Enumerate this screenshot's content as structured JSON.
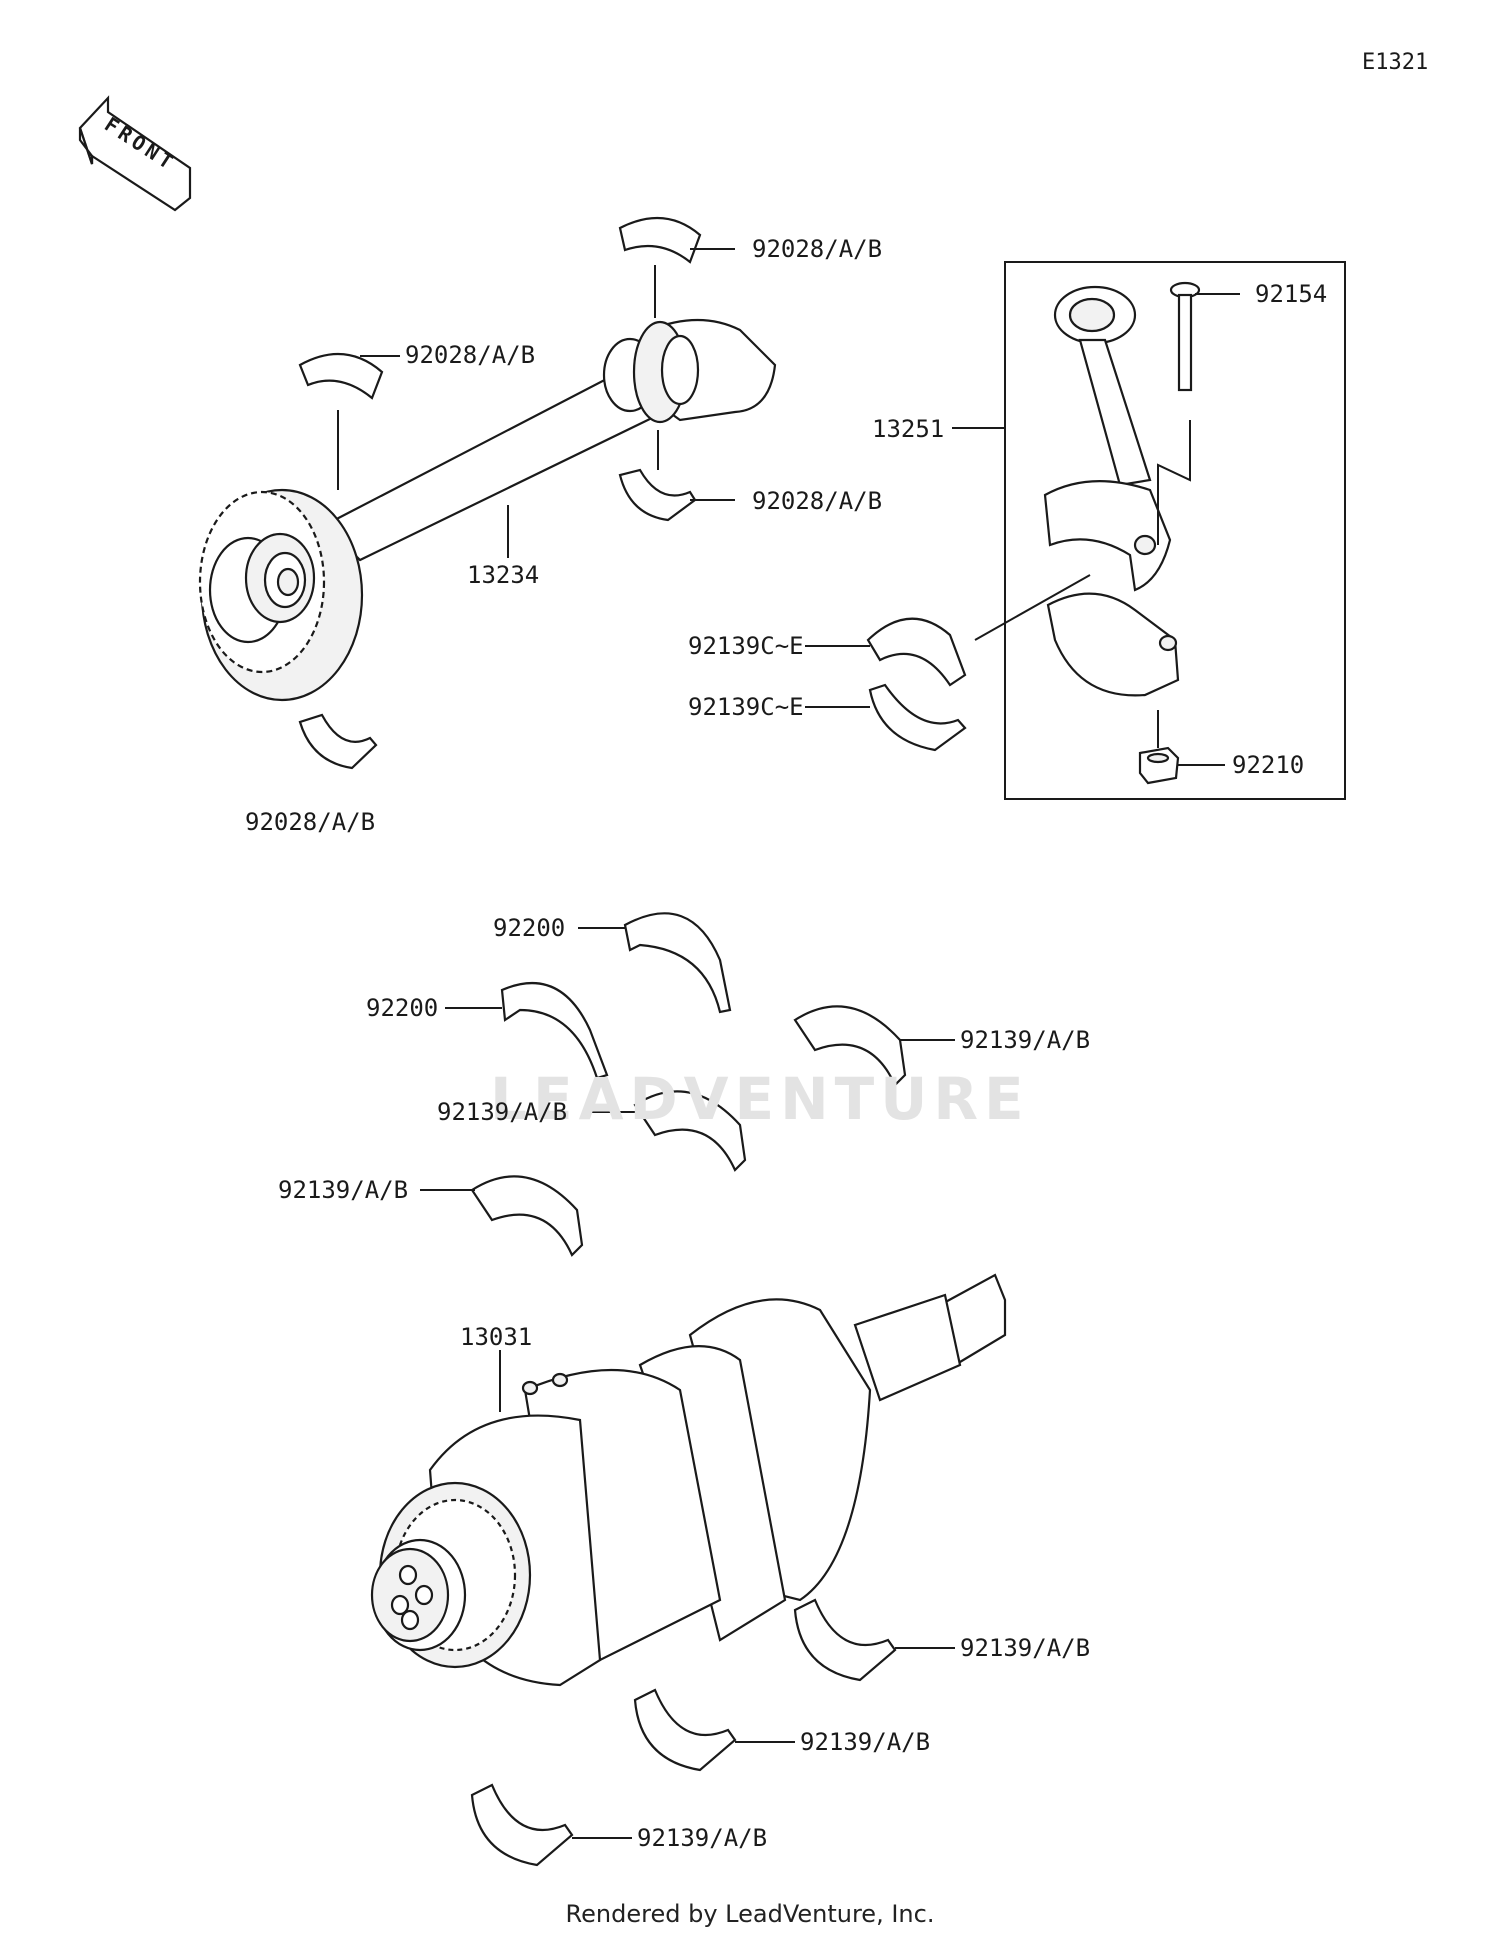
{
  "diagram": {
    "code": "E1321",
    "front_label": "FRONT",
    "watermark": "LEADVENTURE",
    "footer": "Rendered by LeadVenture, Inc.",
    "callouts": [
      {
        "id": "c1",
        "text": "92028/A/B"
      },
      {
        "id": "c2",
        "text": "92028/A/B"
      },
      {
        "id": "c3",
        "text": "92028/A/B"
      },
      {
        "id": "c4",
        "text": "13234"
      },
      {
        "id": "c5",
        "text": "92028/A/B"
      },
      {
        "id": "c6",
        "text": "92154"
      },
      {
        "id": "c7",
        "text": "13251"
      },
      {
        "id": "c8",
        "text": "92139C~E"
      },
      {
        "id": "c9",
        "text": "92139C~E"
      },
      {
        "id": "c10",
        "text": "92210"
      },
      {
        "id": "c11",
        "text": "92200"
      },
      {
        "id": "c12",
        "text": "92200"
      },
      {
        "id": "c13",
        "text": "92139/A/B"
      },
      {
        "id": "c14",
        "text": "92139/A/B"
      },
      {
        "id": "c15",
        "text": "92139/A/B"
      },
      {
        "id": "c16",
        "text": "13031"
      },
      {
        "id": "c17",
        "text": "92139/A/B"
      },
      {
        "id": "c18",
        "text": "92139/A/B"
      },
      {
        "id": "c19",
        "text": "92139/A/B"
      }
    ]
  }
}
